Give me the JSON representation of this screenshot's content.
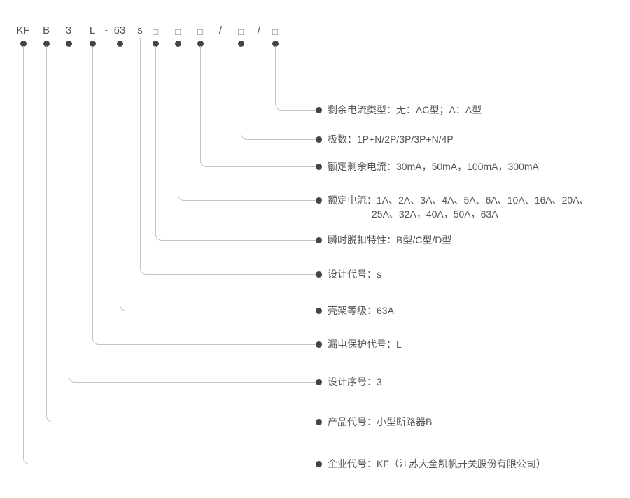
{
  "code": {
    "parts": [
      {
        "text": "KF"
      },
      {
        "text": "B"
      },
      {
        "text": "3"
      },
      {
        "text": "L"
      },
      {
        "text": "-"
      },
      {
        "text": "63"
      },
      {
        "text": "s"
      },
      {
        "text": "□"
      },
      {
        "text": "□"
      },
      {
        "text": "□"
      },
      {
        "text": "/"
      },
      {
        "text": "□"
      },
      {
        "text": "/"
      },
      {
        "text": "□"
      }
    ]
  },
  "rows": [
    {
      "label": "剩余电流类型：无：AC型；A：A型"
    },
    {
      "label": "极数：1P+N/2P/3P/3P+N/4P"
    },
    {
      "label": "额定剩余电流：30mA，50mA，100mA，300mA"
    },
    {
      "label_line1": "额定电流：1A、2A、3A、4A、5A、6A、10A、16A、20A、",
      "label_line2": "25A、32A，40A，50A，63A"
    },
    {
      "label": "瞬时脱扣特性：B型/C型/D型"
    },
    {
      "label": "设计代号：s"
    },
    {
      "label": "壳架等级：63A"
    },
    {
      "label": "漏电保护代号：L"
    },
    {
      "label": "设计序号：3"
    },
    {
      "label": "产品代号：小型断路器B"
    },
    {
      "label": "企业代号：KF（江苏大全凯帆开关股份有限公司）"
    }
  ],
  "colors": {
    "line": "#c4c4c4",
    "dot": "#454545",
    "text": "#545454"
  }
}
